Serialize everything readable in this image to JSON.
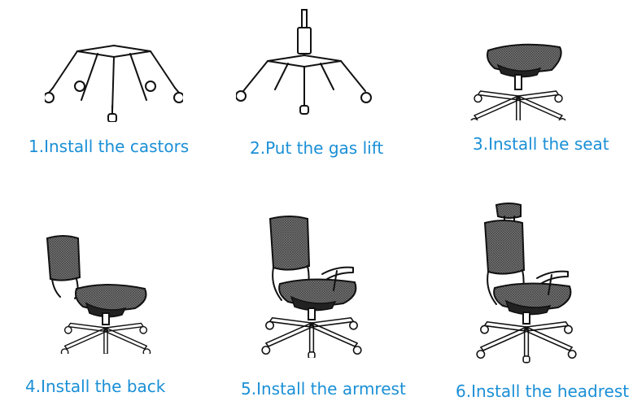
{
  "caption_color": "#1a8fd6",
  "steps": [
    {
      "label": "1.Install the castors"
    },
    {
      "label": "2.Put the gas lift"
    },
    {
      "label": "3.Install the seat"
    },
    {
      "label": "4.Install the back"
    },
    {
      "label": "5.Install the armrest"
    },
    {
      "label": "6.Install the headrest"
    }
  ]
}
